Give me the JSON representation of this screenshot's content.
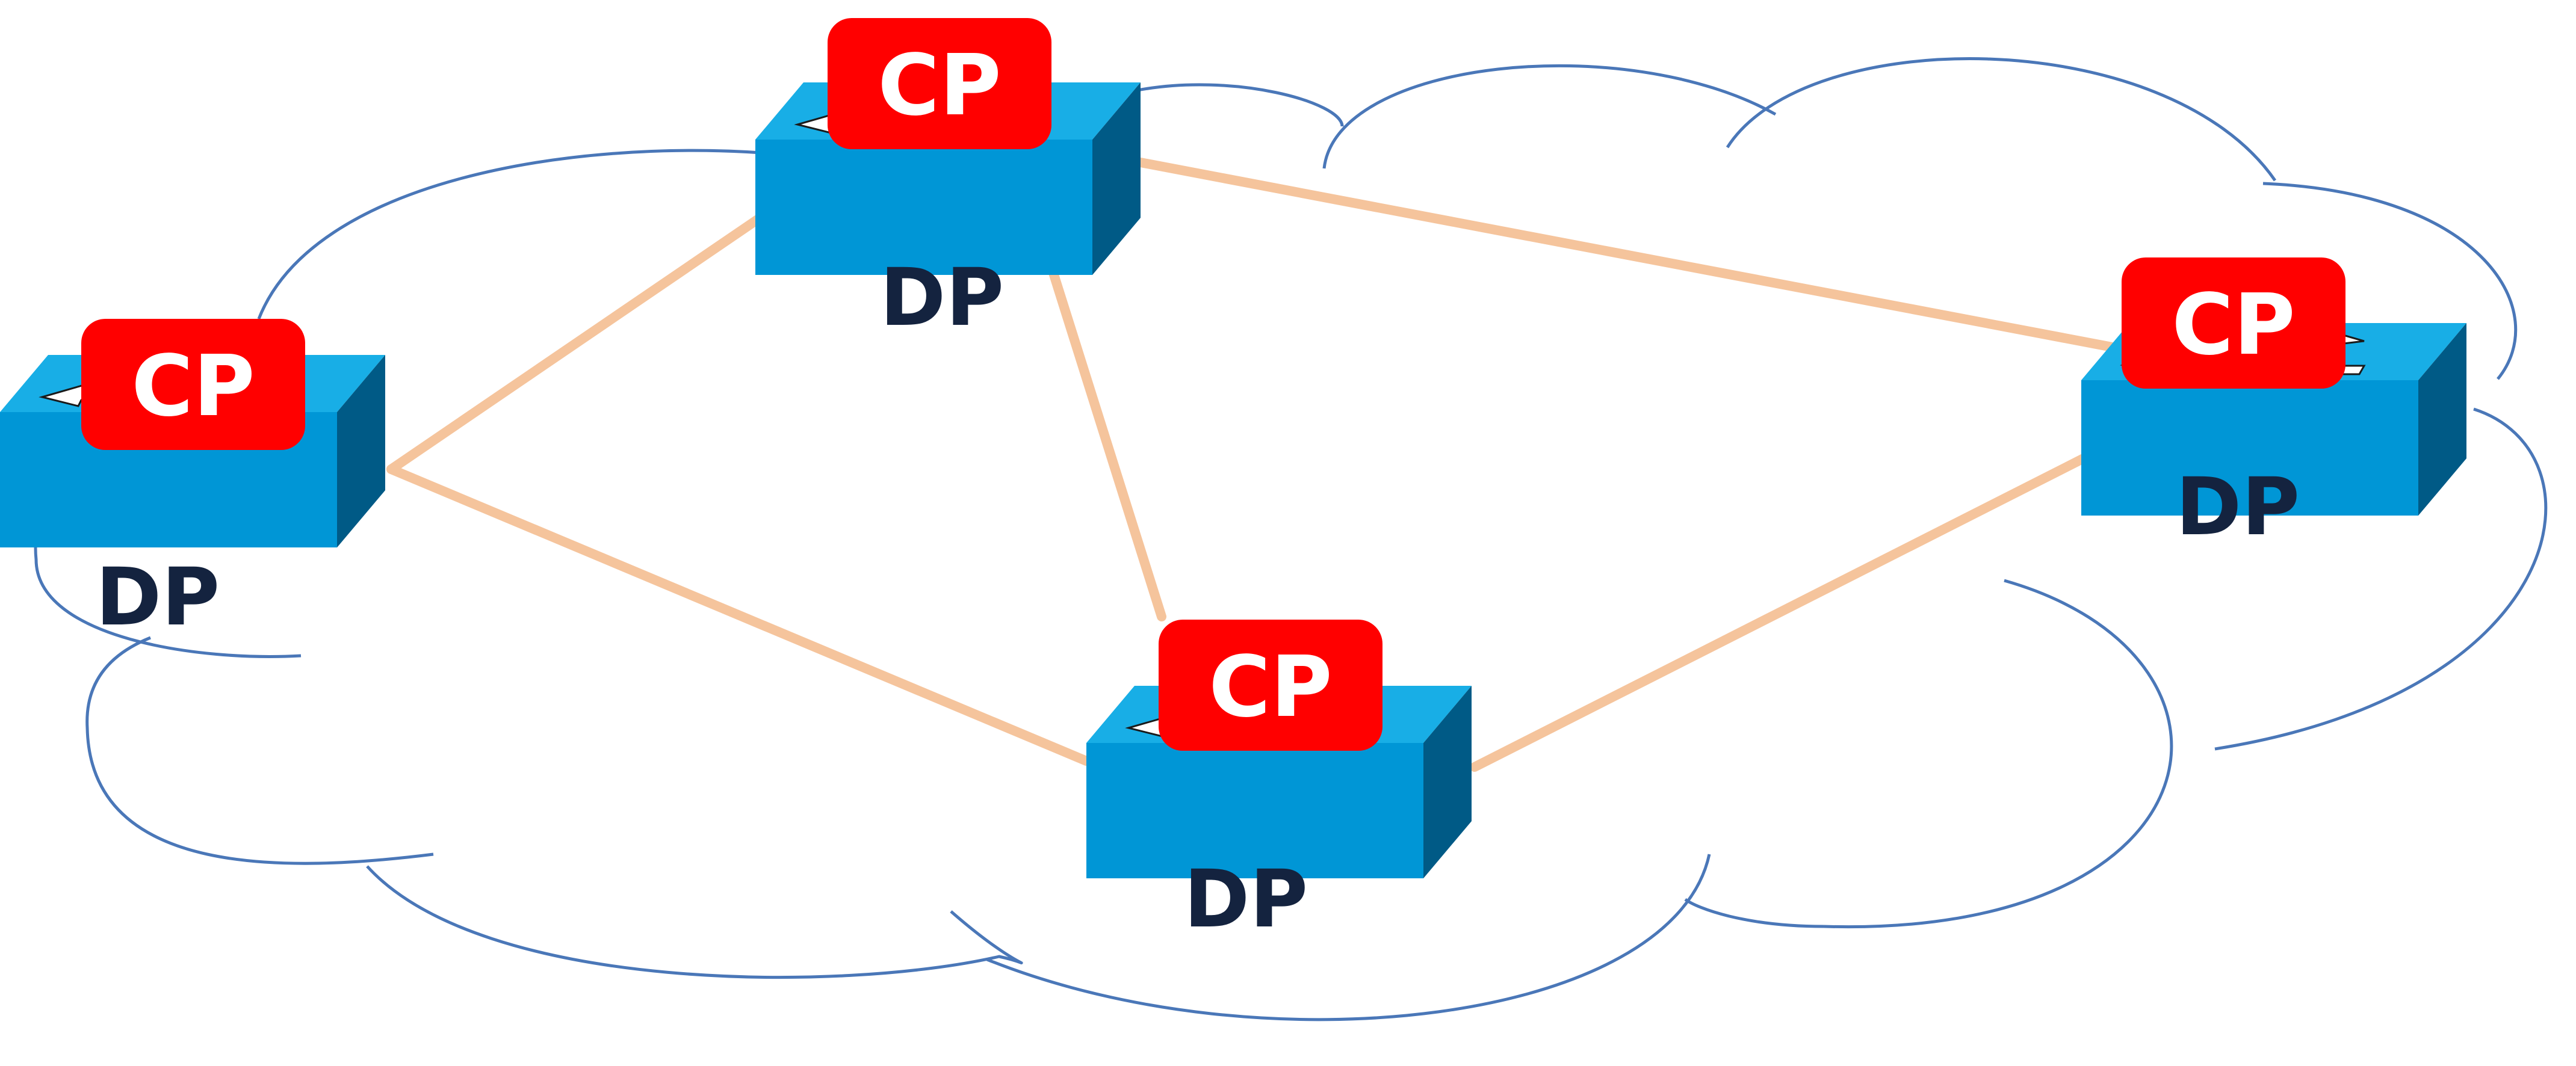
{
  "colors": {
    "cloud_stroke": "#4a77b8",
    "link": "#f5c49c",
    "switch_top": "#18aee6",
    "switch_front": "#0096d6",
    "switch_side": "#005a86",
    "cp_box": "#ff0000",
    "cp_text": "#ffffff",
    "dp_text": "#14233f"
  },
  "icons": {
    "switch": "network-switch-icon",
    "arrows": "switch-arrows-icon"
  },
  "nodes": [
    {
      "id": "left",
      "cp_label": "CP",
      "dp_label": "DP"
    },
    {
      "id": "top",
      "cp_label": "CP",
      "dp_label": "DP"
    },
    {
      "id": "bottom",
      "cp_label": "CP",
      "dp_label": "DP"
    },
    {
      "id": "right",
      "cp_label": "CP",
      "dp_label": "DP"
    }
  ],
  "links": [
    {
      "from": "left",
      "to": "top"
    },
    {
      "from": "left",
      "to": "bottom"
    },
    {
      "from": "top",
      "to": "bottom"
    },
    {
      "from": "top",
      "to": "right"
    },
    {
      "from": "bottom",
      "to": "right"
    }
  ]
}
